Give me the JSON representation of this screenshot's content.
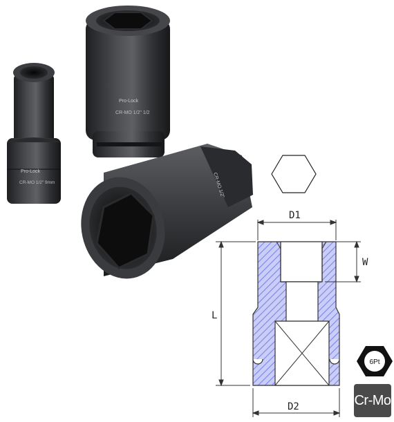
{
  "product": {
    "brand_mark": "Pro-Lock",
    "small_socket_stamp": "CR-MO 1/2\" 9mm",
    "tall_socket_stamp": "CR-MO 1/2\" 1/2",
    "lying_socket_stamp": "CR-MO 1/2\""
  },
  "diagram": {
    "labels": {
      "d1": "D1",
      "d2": "D2",
      "w": "W",
      "l": "L"
    },
    "colors": {
      "hatch": "#7a86e6",
      "line": "#333333"
    }
  },
  "badges": {
    "points": "6Pt",
    "material": "Cr-Mo"
  }
}
